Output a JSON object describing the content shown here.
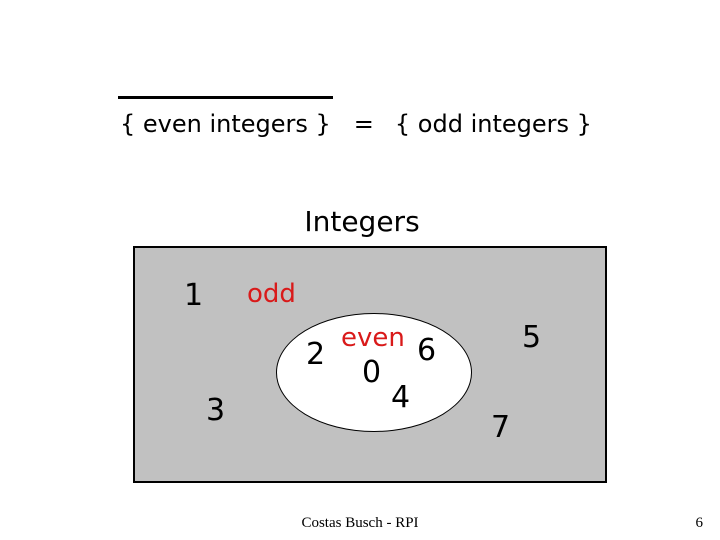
{
  "slide": {
    "heading": {
      "overlined_set": "{ even integers }",
      "equals_sign": "=",
      "result_set": "{ odd integers }"
    },
    "venn": {
      "universe_label": "Integers",
      "odd_label": "odd",
      "even_label": "even",
      "odd_numbers": [
        "1",
        "3",
        "5",
        "7"
      ],
      "even_numbers": [
        "2",
        "0",
        "4",
        "6"
      ]
    },
    "footer": {
      "credit": "Costas Busch - RPI",
      "page_number": "6"
    },
    "colors": {
      "highlight_red": "#d91a1a",
      "universe_gray": "#c1c1c1"
    }
  }
}
